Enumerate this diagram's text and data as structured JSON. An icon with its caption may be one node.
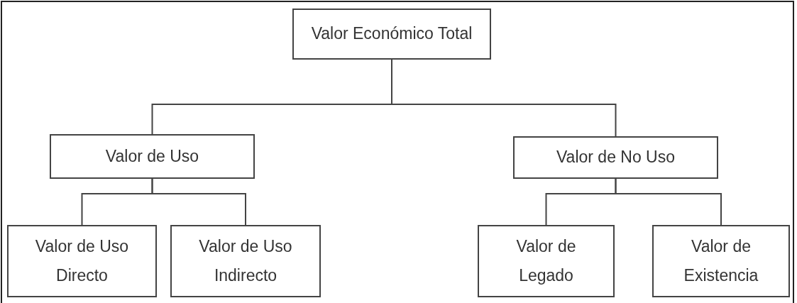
{
  "diagram": {
    "nodes": [
      {
        "text": [
          "Valor Económico Total"
        ]
      },
      {
        "text": [
          "Valor de Uso"
        ]
      },
      {
        "text": [
          "Valor de No Uso"
        ]
      },
      {
        "text": [
          "Valor de Uso Directo"
        ]
      },
      {
        "text": [
          "Valor de Uso Indirecto"
        ]
      },
      {
        "text": [
          "Valor de Legado"
        ]
      },
      {
        "text": [
          "Valor de Existencia"
        ]
      }
    ],
    "edges": [
      {
        "from": 0,
        "to": 1,
        "arrow": "none"
      },
      {
        "from": 0,
        "to": 2,
        "arrow": "none"
      },
      {
        "from": 1,
        "to": 3,
        "arrow": "none"
      },
      {
        "from": 1,
        "to": 4,
        "arrow": "none"
      },
      {
        "from": 2,
        "to": 5,
        "arrow": "none"
      },
      {
        "from": 2,
        "to": 6,
        "arrow": "none"
      }
    ]
  }
}
